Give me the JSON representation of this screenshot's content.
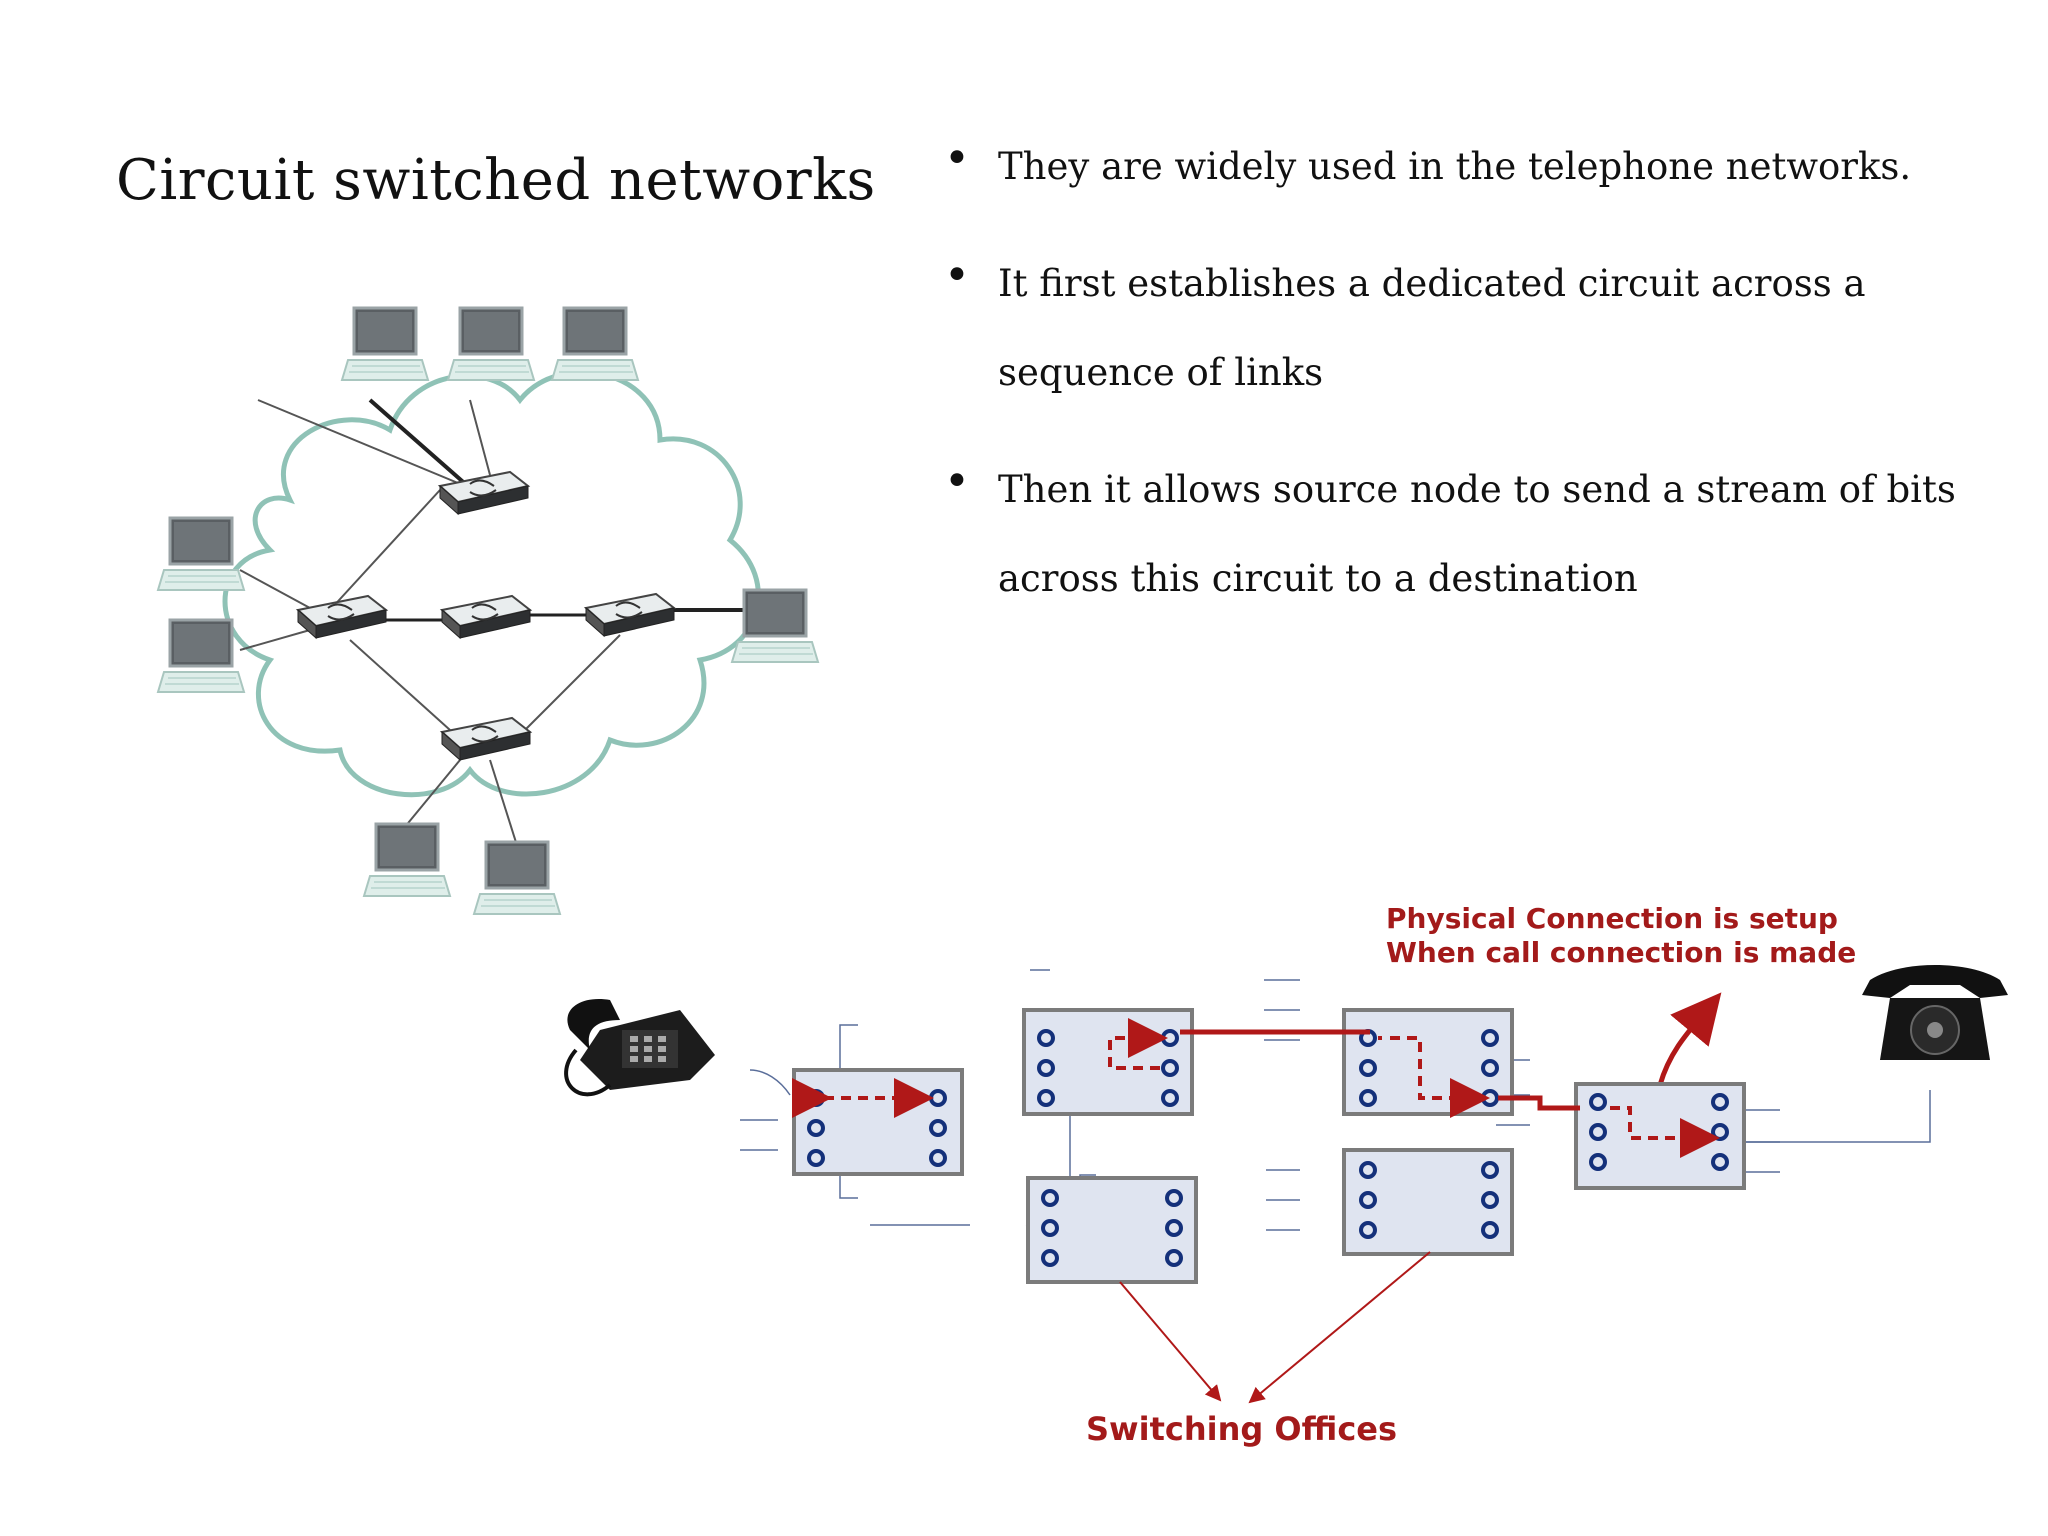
{
  "slide": {
    "title": "Circuit switched networks",
    "bullets": [
      "They are widely used in the telephone networks.",
      "It first establishes a dedicated circuit across a sequence of links",
      "Then it allows source node to send a stream of bits across this circuit to a destination"
    ]
  },
  "switching_diagram": {
    "callout_line1": "Physical Connection is setup",
    "callout_line2": "When call connection is made",
    "switching_label": "Switching Offices"
  },
  "colors": {
    "path_red": "#b01818",
    "port_blue": "#14307a",
    "office_fill": "#dfe4f0",
    "cloud_stroke": "#7fb8ab"
  }
}
